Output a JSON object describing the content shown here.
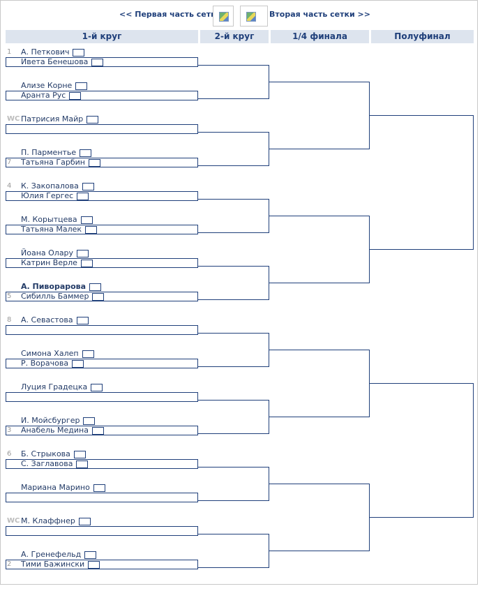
{
  "nav": {
    "prev_label": "<< Первая часть сетки",
    "next_label": "Вторая часть сетки >>",
    "flag_icon_left": "flag-icon",
    "flag_icon_right": "flag-icon"
  },
  "headers": [
    "1-й круг",
    "2-й круг",
    "1/4 финала",
    "Полуфинал"
  ],
  "matches": [
    {
      "seed": "1",
      "p1": "А. Петкович",
      "p2": "Ивета Бенешова",
      "p1_bold": false
    },
    {
      "seed": "",
      "p1": "Ализе Корне",
      "p2": "Аранта Рус",
      "p1_bold": false
    },
    {
      "seed": "WC",
      "p1": "Патрисия Майр",
      "p2": "",
      "p1_bold": false
    },
    {
      "seed": "",
      "p1": "П. Парментье",
      "p2": "Татьяна Гарбин",
      "seed2": "7",
      "p1_bold": false
    },
    {
      "seed": "4",
      "p1": "К. Закопалова",
      "p2": "Юлия Гергес",
      "p1_bold": false
    },
    {
      "seed": "",
      "p1": "М. Корытцева",
      "p2": "Татьяна Малек",
      "p1_bold": false
    },
    {
      "seed": "",
      "p1": "Йоана Олару",
      "p2": "Катрин Верле",
      "p1_bold": false
    },
    {
      "seed": "",
      "p1": "А. Пиворарова",
      "p2": "Сибилль Баммер",
      "seed2": "5",
      "p1_bold": true
    },
    {
      "seed": "8",
      "p1": "А. Севастова",
      "p2": "",
      "p1_bold": false
    },
    {
      "seed": "",
      "p1": "Симона Халеп",
      "p2": "Р. Ворачова",
      "p1_bold": false
    },
    {
      "seed": "",
      "p1": "Луция Градецка",
      "p2": "",
      "p1_bold": false
    },
    {
      "seed": "",
      "p1": "И. Мойсбургер",
      "p2": "Анабель Медина",
      "seed2": "3",
      "p1_bold": false
    },
    {
      "seed": "6",
      "p1": "Б. Стрыкова",
      "p2": "С. Заглавова",
      "p1_bold": false
    },
    {
      "seed": "",
      "p1": "Мариана Марино",
      "p2": "",
      "p1_bold": false
    },
    {
      "seed": "WC",
      "p1": "М. Клаффнер",
      "p2": "",
      "p1_bold": false
    },
    {
      "seed": "",
      "p1": "А. Гренефельд",
      "p2": "Тими Бажински",
      "seed2": "2",
      "p1_bold": false
    }
  ]
}
